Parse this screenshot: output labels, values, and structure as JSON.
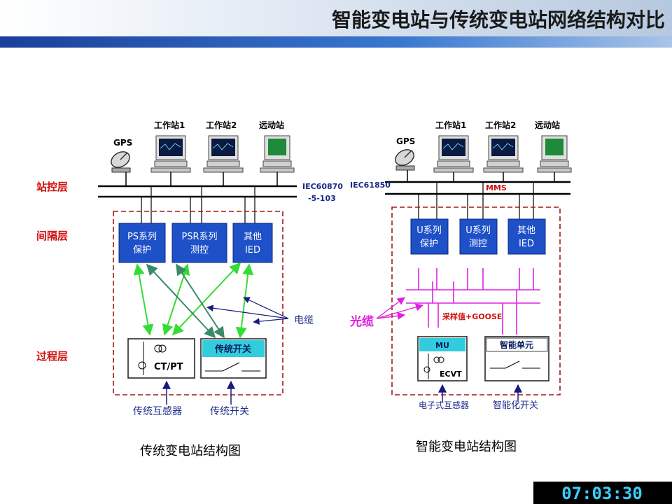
{
  "title": "智能变电站与传统变电站网络结构对比",
  "clock": "07:03:30",
  "colors": {
    "box_blue": "#1e50c8",
    "box_cyan": "#33ccdd",
    "magenta": "#e020e0",
    "red_label": "#d01010",
    "dark_red": "#a01818",
    "green_arrow": "#33dd33",
    "teal_arrow": "#3a8a6a"
  },
  "layers": {
    "station": "站控层",
    "bay": "间隔层",
    "process": "过程层"
  },
  "left": {
    "caption": "传统变电站结构图",
    "gps": "GPS",
    "ws1": "工作站1",
    "ws2": "工作站2",
    "remote": "远动站",
    "protocol_line1": "IEC60870",
    "protocol_line2": "-5-103",
    "box_ps": [
      "PS系列",
      "保护"
    ],
    "box_psr": [
      "PSR系列",
      "测控"
    ],
    "box_other": [
      "其他",
      "IED"
    ],
    "ctpt": "CT/PT",
    "switch": "传统开关",
    "cable": "电缆",
    "bottom_ct": "传统互感器",
    "bottom_switch": "传统开关"
  },
  "right": {
    "caption": "智能变电站结构图",
    "gps": "GPS",
    "ws1": "工作站1",
    "ws2": "工作站2",
    "remote": "远动站",
    "protocol": "IEC61850",
    "mms": "MMS",
    "box_u1": [
      "U系列",
      "保护"
    ],
    "box_u2": [
      "U系列",
      "测控"
    ],
    "box_other": [
      "其他",
      "IED"
    ],
    "fiber": "光缆",
    "sample": "采样值+GOOSE",
    "mu": "MU",
    "ecvt": "ECVT",
    "smart_unit": "智能单元",
    "bottom_ect": "电子式互感器",
    "bottom_switch": "智能化开关"
  }
}
